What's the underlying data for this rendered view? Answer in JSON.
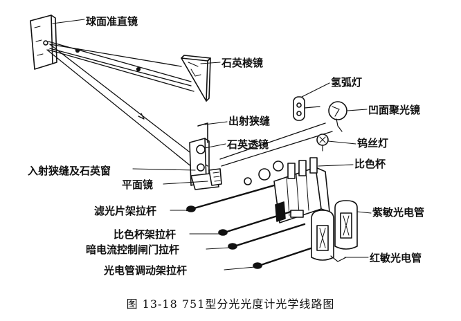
{
  "labels": {
    "spherical_collimator": "球面准直镜",
    "quartz_prism": "石英棱镜",
    "hydrogen_lamp": "氢弧灯",
    "concave_condenser": "凹面聚光镜",
    "exit_slit": "出射狭缝",
    "quartz_lens": "石英透镜",
    "tungsten_lamp": "钨丝灯",
    "entrance_slit_window": "入射狭缝及石英窗",
    "cuvette": "比色杯",
    "plane_mirror": "平面镜",
    "filter_rod": "滤光片架拉杆",
    "violet_phototube": "紫敏光电管",
    "cuvette_rod": "比色杯架拉杆",
    "dark_current_rod": "暗电流控制闸门拉杆",
    "red_phototube": "红敏光电管",
    "phototube_rod": "光电管调动架拉杆"
  },
  "caption": "图 13-18   751型分光光度计光学线路图"
}
